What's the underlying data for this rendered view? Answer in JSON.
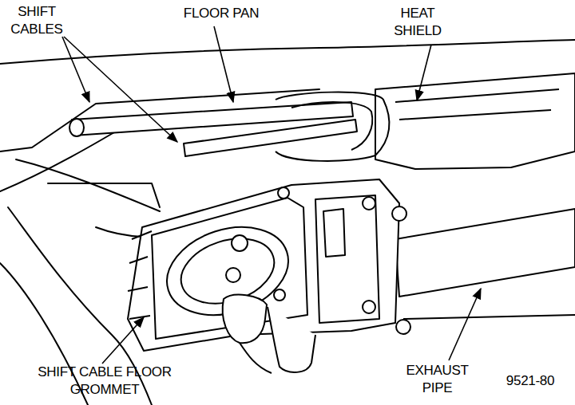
{
  "diagram": {
    "labels": [
      "SHIFT CABLES",
      "FLOOR PAN",
      "HEAT SHIELD",
      "SHIFT CABLE FLOOR GROMMET",
      "EXHAUST PIPE",
      "9521-80"
    ]
  }
}
